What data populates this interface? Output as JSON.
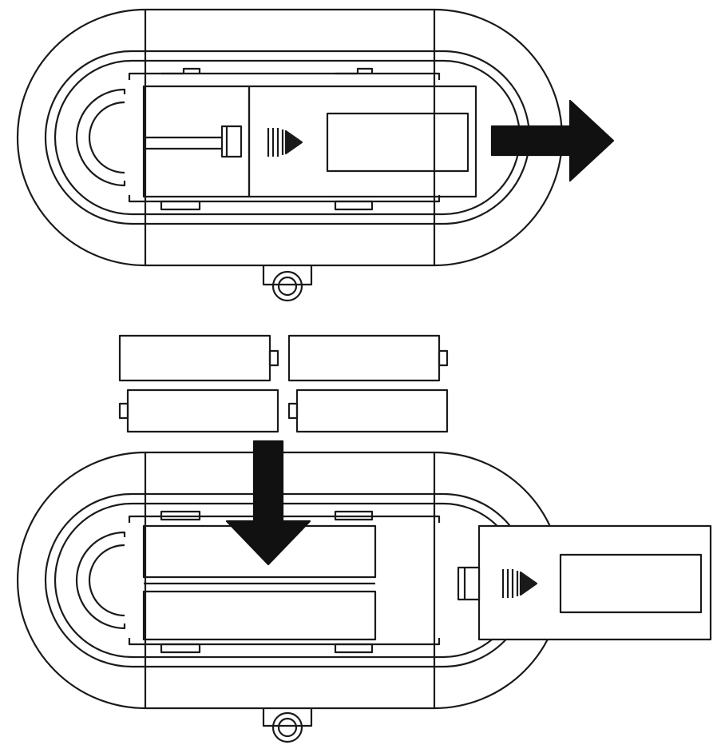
{
  "colors": {
    "background": "#ffffff",
    "line": "#1a1a1a",
    "arrow": "#111111"
  },
  "steps": [
    {
      "name": "slide-cover-off",
      "arrow_direction": "right",
      "cover_state": "partially-open"
    },
    {
      "name": "insert-batteries",
      "arrow_direction": "down",
      "cover_state": "removed",
      "battery_count": 4
    }
  ],
  "icons": [
    "slide-direction-icon",
    "right-arrow-icon",
    "down-arrow-icon",
    "battery-icon",
    "wheel-icon"
  ]
}
